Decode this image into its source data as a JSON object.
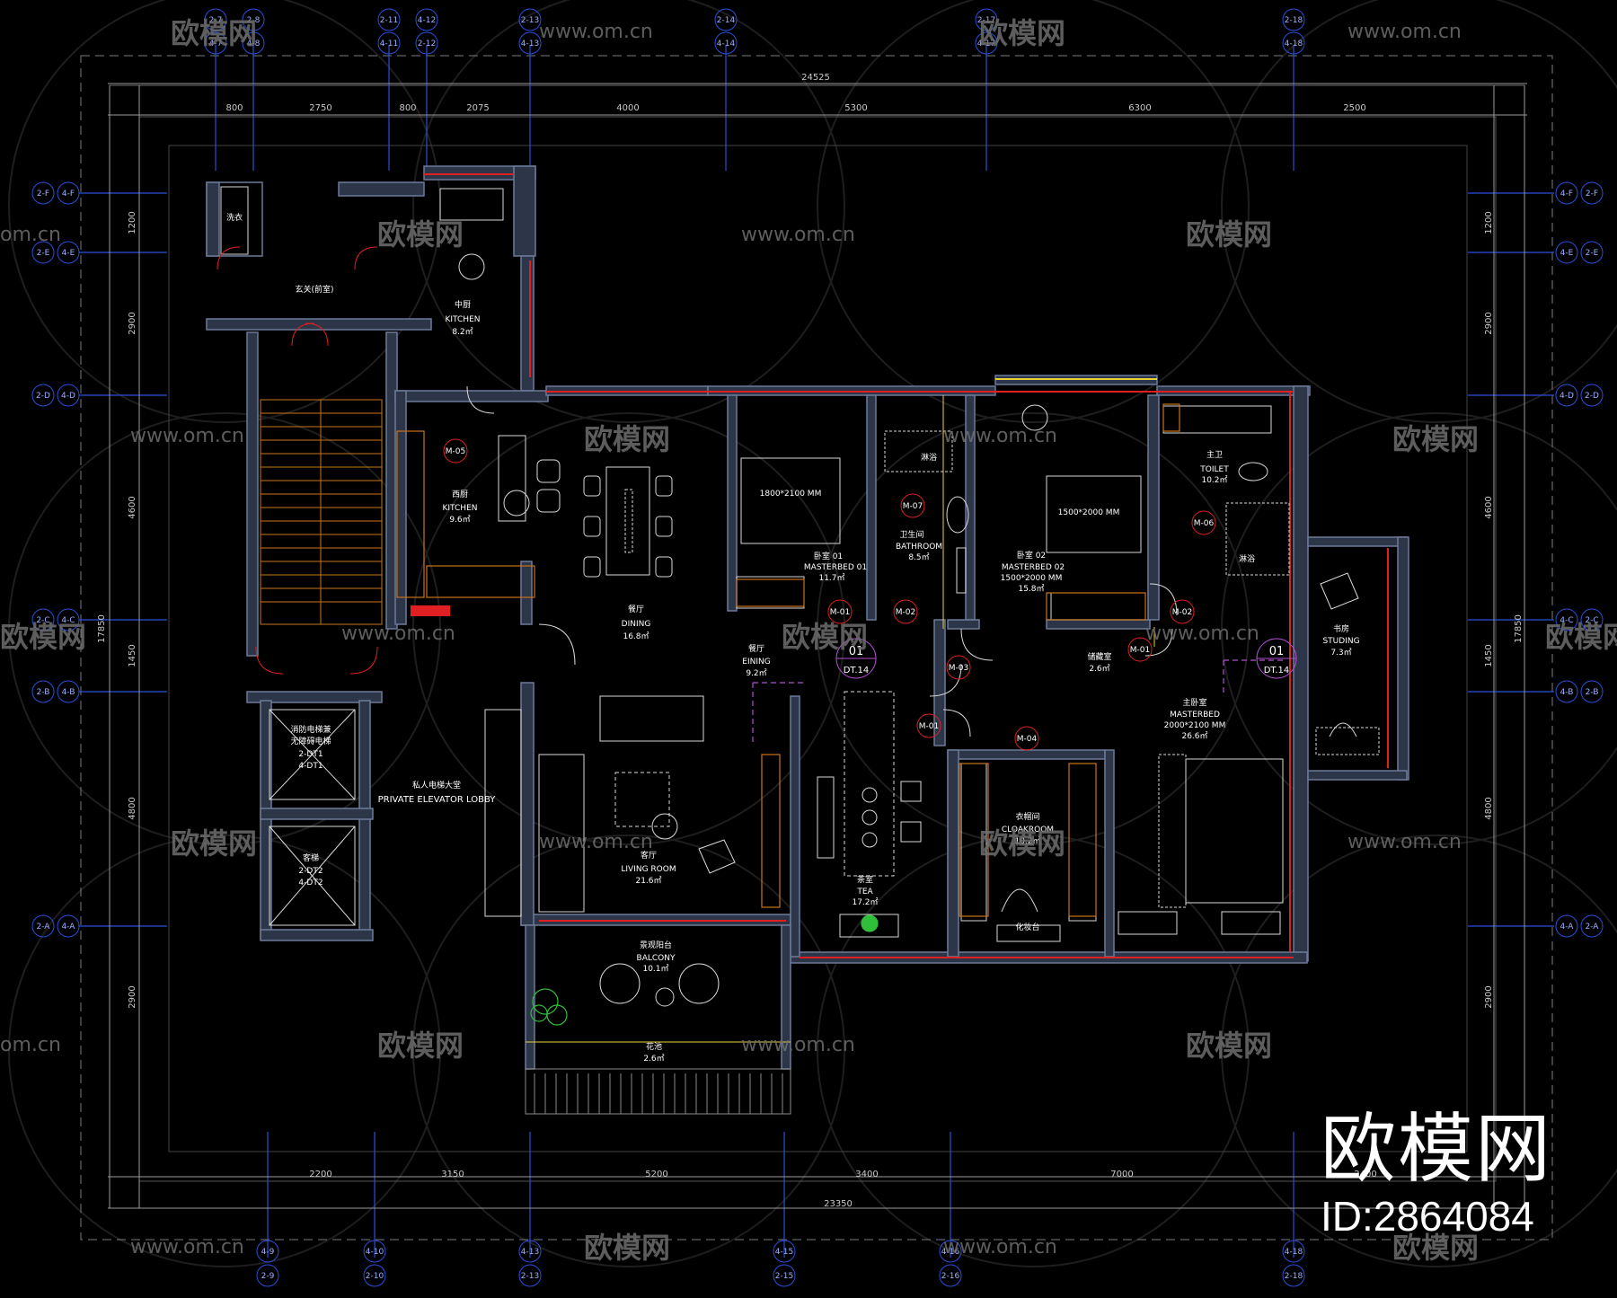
{
  "colors": {
    "background": "#000000",
    "grid": "#2a4fd8",
    "dimension": "#c9c9c9",
    "wall": "#6c7b9a",
    "wall_fill": "#2d3648",
    "furniture": "#d8d8d8",
    "room_label": "#ffffff",
    "accent_red": "#e02020",
    "accent_yellow": "#e7d23a",
    "accent_orange": "#c9731c",
    "accent_magenta": "#b14fd1",
    "plant": "#2fbf3a",
    "watermark": "#8a8a8a"
  },
  "top_grid": [
    {
      "a": "2-7",
      "b": "4-7"
    },
    {
      "a": "2-8",
      "b": "4-8"
    },
    {
      "a": "2-11",
      "b": "4-11"
    },
    {
      "a": "4-12",
      "b": "2-12"
    },
    {
      "a": "2-13",
      "b": "4-13"
    },
    {
      "a": "2-14",
      "b": "4-14"
    },
    {
      "a": "2-17",
      "b": "4-17"
    },
    {
      "a": "2-18",
      "b": "4-18"
    }
  ],
  "bottom_grid": [
    {
      "a": "2-9",
      "b": "4-9"
    },
    {
      "a": "2-10",
      "b": "4-10"
    },
    {
      "a": "2-13",
      "b": "4-13"
    },
    {
      "a": "2-15",
      "b": "4-15"
    },
    {
      "a": "2-16",
      "b": "4-16"
    },
    {
      "a": "2-18",
      "b": "4-18"
    }
  ],
  "left_grid": [
    {
      "a": "2-F",
      "b": "4-F"
    },
    {
      "a": "2-E",
      "b": "4-E"
    },
    {
      "a": "2-D",
      "b": "4-D"
    },
    {
      "a": "2-C",
      "b": "4-C"
    },
    {
      "a": "2-B",
      "b": "4-B"
    },
    {
      "a": "2-A",
      "b": "4-A"
    }
  ],
  "right_grid": [
    {
      "a": "4-F",
      "b": "2-F"
    },
    {
      "a": "4-E",
      "b": "2-E"
    },
    {
      "a": "4-D",
      "b": "2-D"
    },
    {
      "a": "4-C",
      "b": "2-C"
    },
    {
      "a": "4-B",
      "b": "2-B"
    },
    {
      "a": "4-A",
      "b": "2-A"
    }
  ],
  "dims": {
    "top_total": "24525",
    "top_segments": [
      "800",
      "2750",
      "800",
      "2075",
      "4000",
      "5300",
      "6300",
      "2500"
    ],
    "bottom_total": "23350",
    "bottom_segments": [
      "2200",
      "3150",
      "5200",
      "3400",
      "7000",
      "2400"
    ],
    "left_total": "17850",
    "left_segments": [
      "1200",
      "2900",
      "4600",
      "1450",
      "4800",
      "2900"
    ],
    "right_total": "17850",
    "right_segments": [
      "1200",
      "2900",
      "4600",
      "1450",
      "4800",
      "2900"
    ]
  },
  "rooms": {
    "laundry": "洗衣",
    "entry": "玄关(前室)",
    "kitchen_cn": "中厨",
    "kitchen_en": "KITCHEN",
    "kitchen_area": "8.2㎡",
    "kitchen2_cn": "西厨",
    "kitchen2_en": "KITCHEN",
    "kitchen2_area": "9.6㎡",
    "dining_cn": "餐厅",
    "dining_en": "DINING",
    "dining_area": "16.8㎡",
    "living_cn": "客厅",
    "living_en": "LIVING ROOM",
    "living_area": "21.6㎡",
    "balcony_cn": "景观阳台",
    "balcony_en": "BALCONY",
    "balcony_area": "10.1㎡",
    "planter_cn": "花池",
    "planter_area": "2.6㎡",
    "eining_cn": "餐厅",
    "eining_en": "EINING",
    "eining_area": "9.2㎡",
    "tea_cn": "茶室",
    "tea_en": "TEA",
    "tea_area": "17.2㎡",
    "mb1_cn": "卧室 01",
    "mb1_en": "MASTERBED 01",
    "mb1_area": "11.7㎡",
    "mb1_bed": "1800*2100 MM",
    "bath_cn": "卫生间",
    "bath_en": "BATHROOM",
    "bath_area": "8.5㎡",
    "bath_small": "淋浴",
    "mb2_cn": "卧室 02",
    "mb2_en": "MASTERBED 02",
    "mb2_size": "1500*2000 MM",
    "mb2_area": "15.8㎡",
    "mb2_bed": "1500*2000 MM",
    "storage_cn": "储藏室",
    "storage_area": "2.6㎡",
    "toilet_cn": "主卫",
    "toilet_en": "TOILET",
    "toilet_area": "10.2㎡",
    "shower": "淋浴",
    "studing_cn": "书房",
    "studing_en": "STUDING",
    "studing_area": "7.3㎡",
    "master_cn": "主卧室",
    "master_en": "MASTERBED",
    "master_bed": "2000*2100 MM",
    "master_area": "26.6㎡",
    "cloak_cn": "衣帽间",
    "cloak_en": "CLOAKROOM",
    "cloak_area": "10.2㎡",
    "cloak_small": "化妆台",
    "lift1_a": "消防电梯兼",
    "lift1_b": "无障碍电梯",
    "lift1_c": "2-DT1",
    "lift1_d": "4-DT1",
    "lift2_a": "客梯",
    "lift2_b": "2-DT2",
    "lift2_c": "4-DT2",
    "lobby_cn": "私人电梯大堂",
    "lobby_en": "PRIVATE ELEVATOR LOBBY"
  },
  "door_tags": [
    "M-05",
    "M-07",
    "M-01",
    "M-02",
    "M-02",
    "M-06",
    "M-01",
    "M-03",
    "M-01",
    "M-04"
  ],
  "section_marks": [
    {
      "num": "01",
      "ref": "DT.14"
    },
    {
      "num": "01",
      "ref": "DT.14"
    }
  ],
  "watermarks": {
    "brand": "欧模网",
    "site": "www.om.cn",
    "site_short": "om.cn"
  },
  "corner": {
    "brand": "欧模网",
    "id": "ID:2864084"
  }
}
